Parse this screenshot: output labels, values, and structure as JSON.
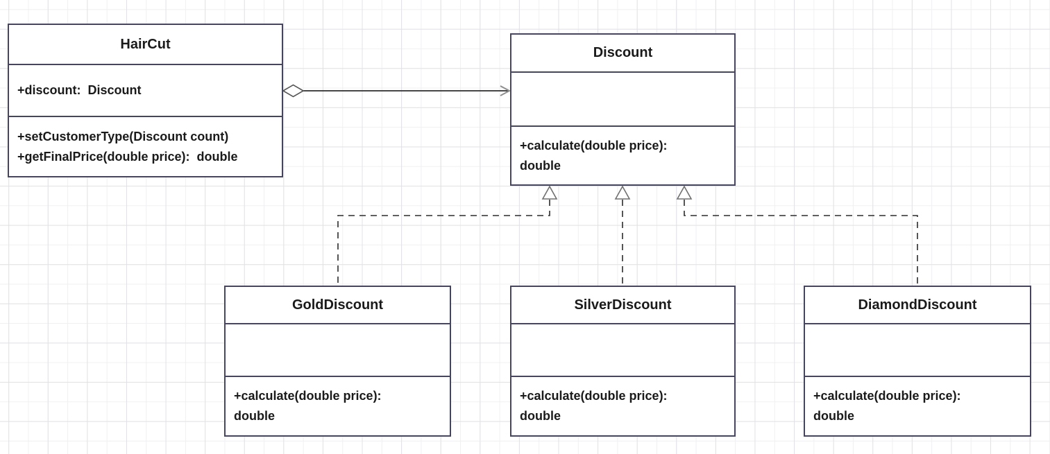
{
  "diagram": {
    "type": "uml-class-diagram",
    "classes": [
      {
        "name": "HairCut",
        "attributes": "+discount:  Discount",
        "methods": "+setCustomerType(Discount count)\n+getFinalPrice(double price):  double"
      },
      {
        "name": "Discount",
        "attributes": "",
        "methods": "+calculate(double price):\ndouble"
      },
      {
        "name": "GoldDiscount",
        "attributes": "",
        "methods": "+calculate(double price):\ndouble"
      },
      {
        "name": "SilverDiscount",
        "attributes": "",
        "methods": "+calculate(double price):\ndouble"
      },
      {
        "name": "DiamondDiscount",
        "attributes": "",
        "methods": "+calculate(double price):\ndouble"
      }
    ],
    "relationships": [
      {
        "from": "HairCut",
        "to": "Discount",
        "type": "aggregation",
        "source_marker": "hollow-diamond",
        "target_marker": "open-arrow",
        "line_style": "solid"
      },
      {
        "from": "GoldDiscount",
        "to": "Discount",
        "type": "realization",
        "target_marker": "hollow-triangle",
        "line_style": "dashed"
      },
      {
        "from": "SilverDiscount",
        "to": "Discount",
        "type": "realization",
        "target_marker": "hollow-triangle",
        "line_style": "dashed"
      },
      {
        "from": "DiamondDiscount",
        "to": "Discount",
        "type": "realization",
        "target_marker": "hollow-triangle",
        "line_style": "dashed"
      }
    ],
    "colors": {
      "background": "#ffffff",
      "grid_minor": "#f0f0f2",
      "grid_major": "#e2e2e6",
      "box_border": "#45455f",
      "box_fill": "#ffffff",
      "text": "#1a1a1a",
      "line": "#2b2b2b",
      "arrowhead_gray": "#8f8f8f",
      "triangle_outline": "#707070"
    }
  }
}
